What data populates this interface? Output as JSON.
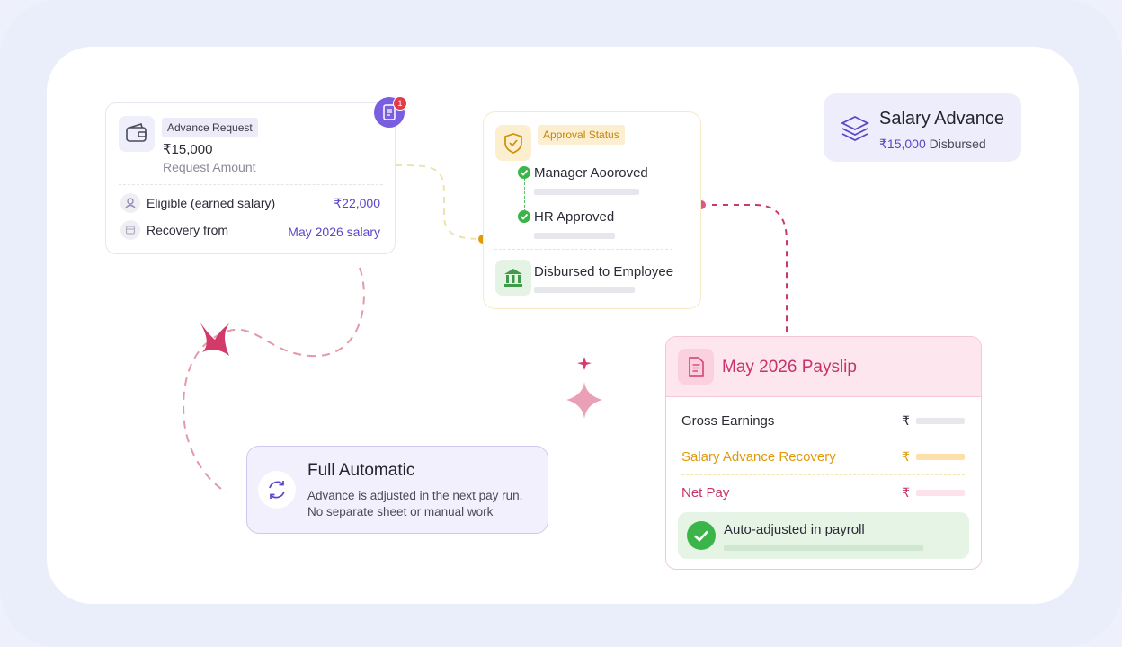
{
  "request_card": {
    "tag": "Advance Request",
    "amount": "₹15,000",
    "amount_caption": "Request Amount",
    "badge_count": "1",
    "rows": [
      {
        "label": "Eligible (earned salary)",
        "value": "₹22,000"
      },
      {
        "label": "Recovery from",
        "value": "May 2026 salary"
      }
    ]
  },
  "approval_card": {
    "tag": "Approval Status",
    "steps": [
      "Manager Aooroved",
      "HR Approved"
    ],
    "disbursed": "Disbursed to Employee"
  },
  "summary_card": {
    "title": "Salary Advance",
    "amount": "₹15,000",
    "amount_suffix": "Disbursed"
  },
  "automatic_card": {
    "title": "Full Automatic",
    "line1": "Advance is adjusted in the next pay run.",
    "line2": "No separate sheet or manual work"
  },
  "payslip_card": {
    "title": "May 2026 Payslip",
    "rows": [
      {
        "label": "Gross Earnings",
        "symbol": "₹"
      },
      {
        "label": "Salary Advance Recovery",
        "symbol": "₹"
      },
      {
        "label": "Net Pay",
        "symbol": "₹"
      }
    ],
    "status": "Auto-adjusted in payroll"
  },
  "colors": {
    "purple": "#5b46c9",
    "pink": "#d23a72",
    "amber": "#e09a0a",
    "green": "#3bb54a"
  }
}
